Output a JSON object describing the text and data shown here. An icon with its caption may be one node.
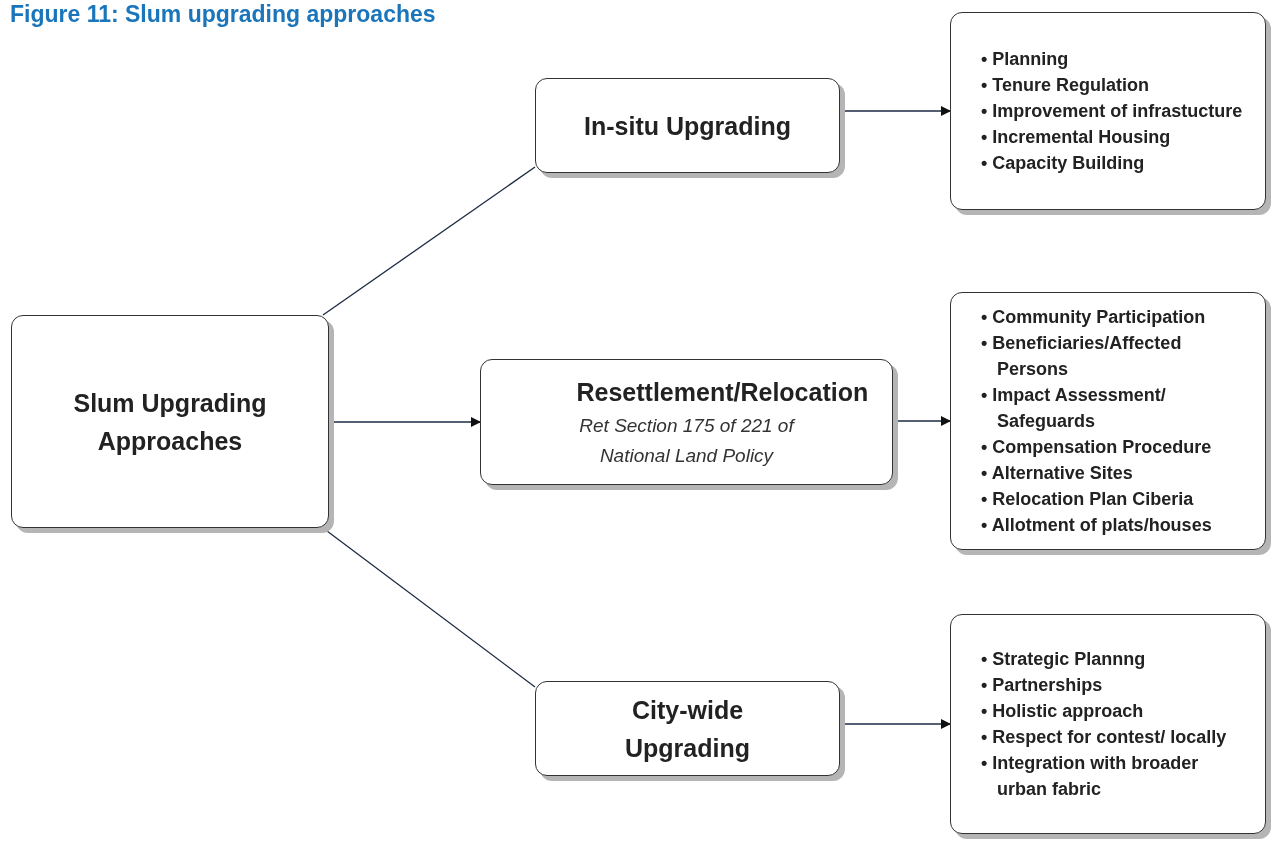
{
  "diagram": {
    "title": "Figure 11: Slum upgrading approaches",
    "nodes": [
      {
        "text": [
          "Slum Upgrading Approaches"
        ]
      },
      {
        "text": [
          "In-situ Upgrading"
        ]
      },
      {
        "text": [
          "Resettlement/Relocation",
          "Ret Section 175 of 221 of National Land Policy"
        ]
      },
      {
        "text": [
          "City-wide Upgrading"
        ]
      },
      {
        "text": [
          "• Planning",
          "• Tenure Regulation",
          "• Improvement of infrastucture",
          "• Incremental Housing",
          "• Capacity Building"
        ]
      },
      {
        "text": [
          "• Community Participation",
          "• Beneficiaries/Affected Persons",
          "• Impact Assessment/ Safeguards",
          "• Compensation Procedure",
          "• Alternative Sites",
          "• Relocation Plan Ciberia",
          "• Allotment of plats/houses"
        ]
      },
      {
        "text": [
          "• Strategic Plannng",
          "• Partnerships",
          "• Holistic approach",
          "• Respect for contest/ locally",
          "• Integration with broader urban fabric"
        ]
      }
    ],
    "edges": [
      {
        "from": 0,
        "to": 1,
        "arrow": "none"
      },
      {
        "from": 0,
        "to": 2,
        "arrow": "to"
      },
      {
        "from": 0,
        "to": 3,
        "arrow": "none"
      },
      {
        "from": 1,
        "to": 4,
        "arrow": "to"
      },
      {
        "from": 2,
        "to": 5,
        "arrow": "to"
      },
      {
        "from": 3,
        "to": 6,
        "arrow": "to"
      }
    ]
  }
}
